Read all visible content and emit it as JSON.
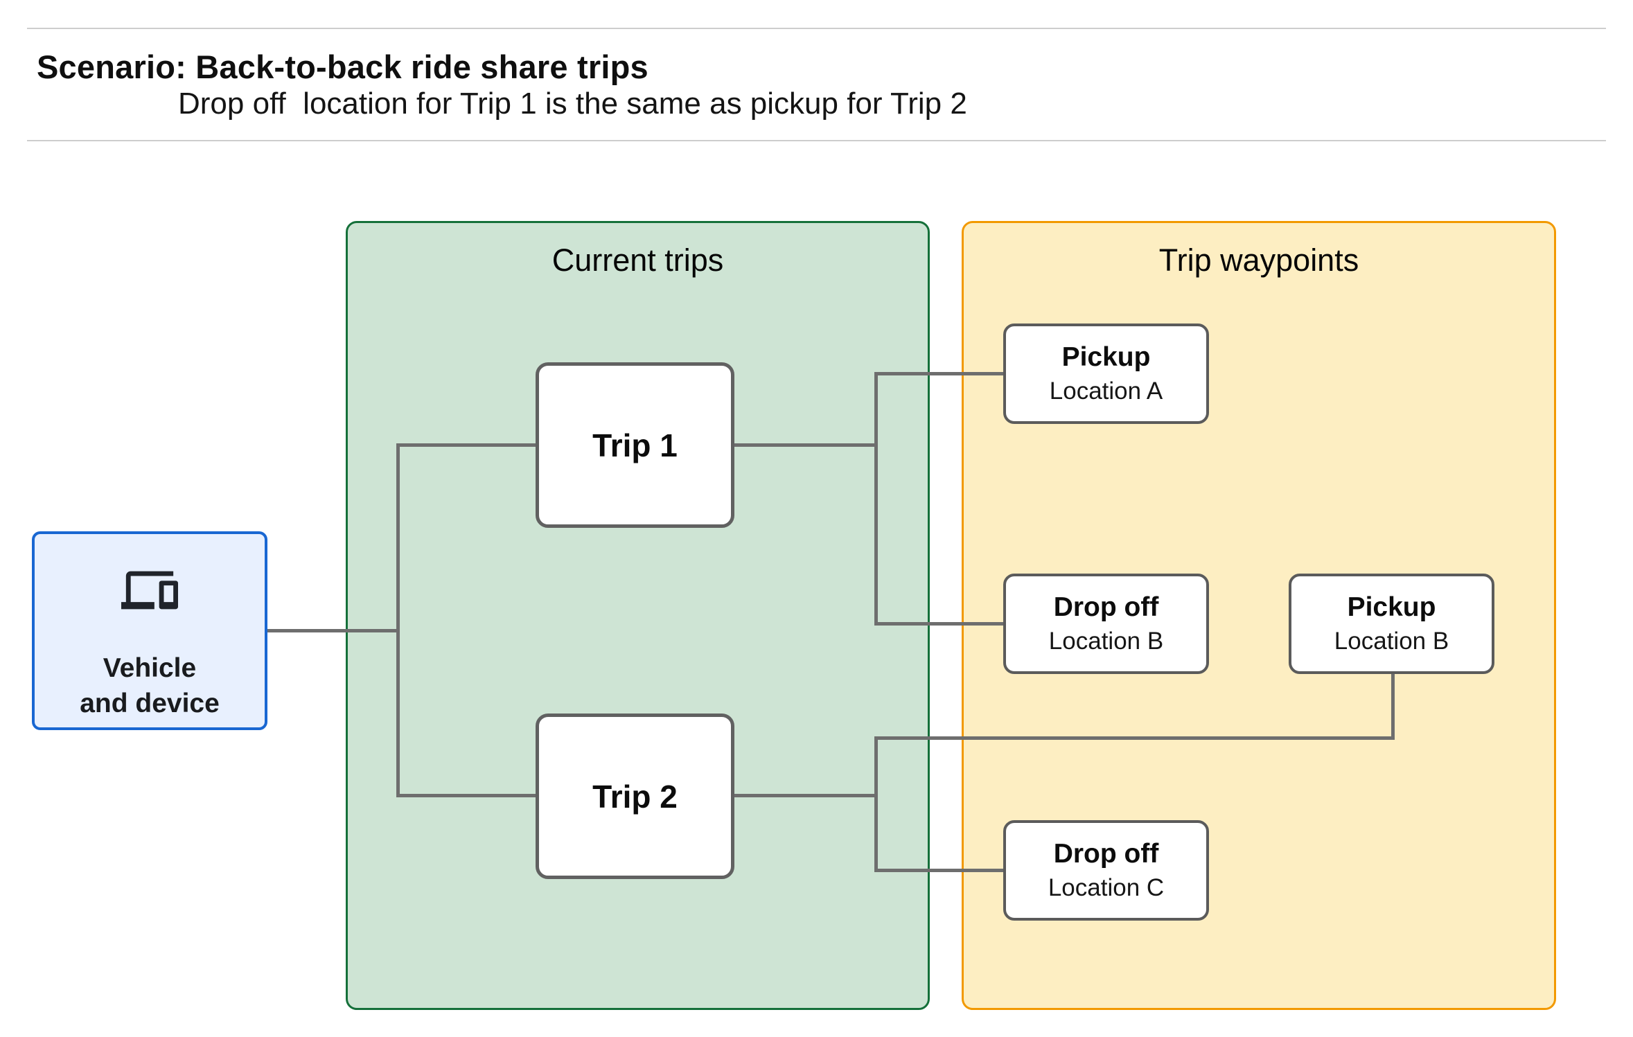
{
  "header": {
    "title": "Scenario: Back-to-back ride share trips",
    "subtitle": "Drop off  location for Trip 1 is the same as pickup for Trip 2"
  },
  "vehicle": {
    "icon": "devices-icon",
    "label_line1": "Vehicle",
    "label_line2": "and device"
  },
  "panels": {
    "current_trips": {
      "title": "Current trips",
      "fill": "#cee4d4",
      "border": "#15703a"
    },
    "trip_waypoints": {
      "title": "Trip waypoints",
      "fill": "#fdeec2",
      "border": "#f29900"
    }
  },
  "trips": [
    {
      "label": "Trip 1"
    },
    {
      "label": "Trip 2"
    }
  ],
  "waypoints": [
    {
      "title": "Pickup",
      "subtitle": "Location A"
    },
    {
      "title": "Drop off",
      "subtitle": "Location B"
    },
    {
      "title": "Pickup",
      "subtitle": "Location B"
    },
    {
      "title": "Drop off",
      "subtitle": "Location C"
    }
  ],
  "colors": {
    "vehicle_fill": "#e8f0fe",
    "vehicle_border": "#1967d2",
    "node_border": "#5b5b5b",
    "connector": "#6e6e6e",
    "divider": "#cdcdcd"
  }
}
